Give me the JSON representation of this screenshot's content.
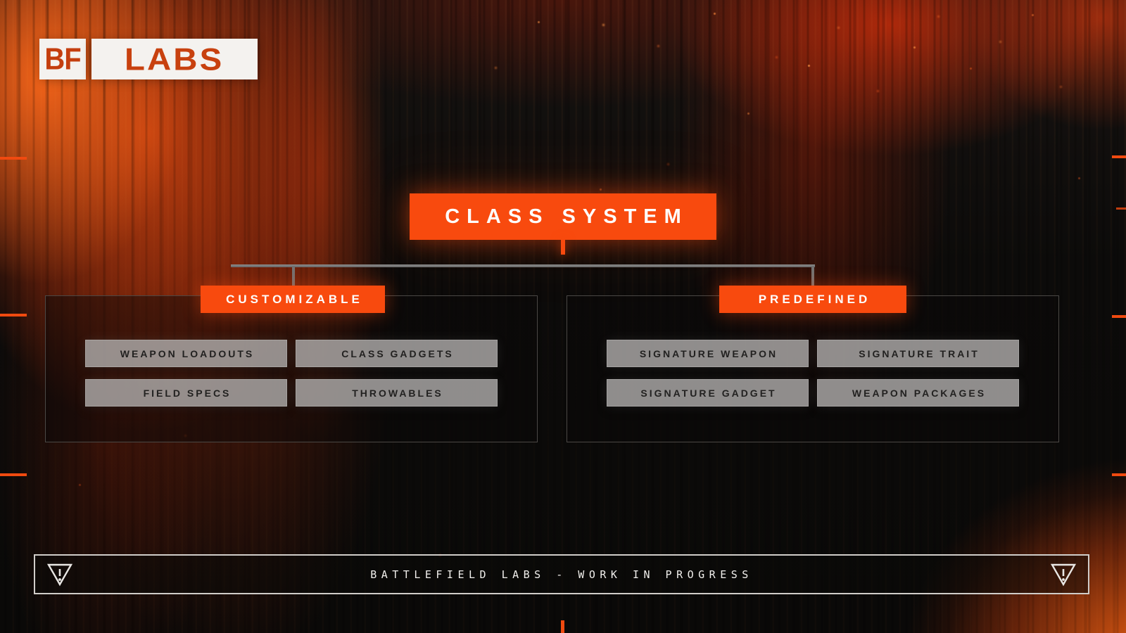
{
  "logo": {
    "bf": "BF",
    "labs": "LABS"
  },
  "diagram": {
    "root": "CLASS SYSTEM",
    "branches": [
      {
        "label": "CUSTOMIZABLE",
        "items": [
          "WEAPON LOADOUTS",
          "CLASS GADGETS",
          "FIELD SPECS",
          "THROWABLES"
        ]
      },
      {
        "label": "PREDEFINED",
        "items": [
          "SIGNATURE WEAPON",
          "SIGNATURE TRAIT",
          "SIGNATURE GADGET",
          "WEAPON PACKAGES"
        ]
      }
    ]
  },
  "footer": {
    "message": "BATTLEFIELD LABS - WORK IN PROGRESS"
  },
  "colors": {
    "accent_orange": "#F84A0E",
    "logo_red": "#C8410F",
    "node_gray": "#ADABAA",
    "connector_gray": "#737373",
    "footer_border": "#D0CDC9"
  }
}
